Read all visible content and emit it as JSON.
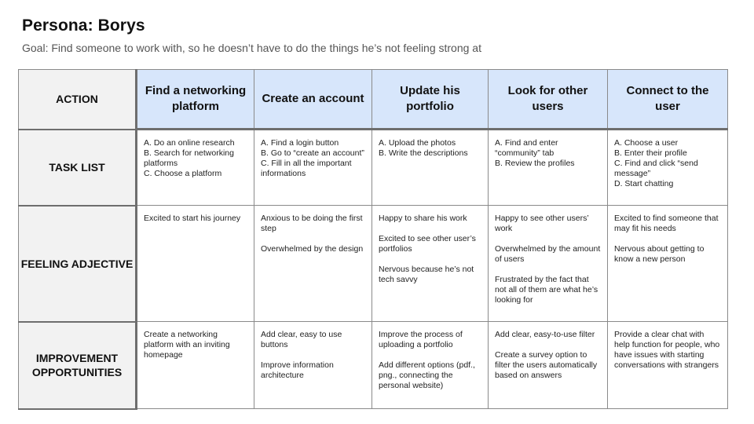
{
  "header": {
    "title": "Persona: Borys",
    "goal": "Goal: Find someone to work with, so he doesn’t have to do the things he’s not feeling strong at"
  },
  "table": {
    "corner_label": "ACTION",
    "columns": [
      "Find a networking platform",
      "Create an account",
      "Update his portfolio",
      "Look for other users",
      "Connect to the user"
    ],
    "rows": [
      {
        "label": "TASK LIST",
        "cells": [
          [
            "A. Do an online research\nB. Search for networking platforms\nC. Choose a platform"
          ],
          [
            "A. Find a login button\nB. Go to “create an account”\nC. Fill in all the important informations"
          ],
          [
            "A. Upload the photos\nB. Write the descriptions"
          ],
          [
            "A. Find and enter “community” tab\nB. Review the profiles"
          ],
          [
            "A. Choose a user\nB. Enter their profile\nC. Find and click “send message”\nD. Start chatting"
          ]
        ]
      },
      {
        "label": "FEELING ADJECTIVE",
        "cells": [
          [
            "Excited to start his journey"
          ],
          [
            "Anxious to be doing the first step",
            "Overwhelmed by the design"
          ],
          [
            "Happy to share his work",
            "Excited to see other user’s portfolios",
            "Nervous because he’s not tech savvy"
          ],
          [
            "Happy to see other users’ work",
            "Overwhelmed by the amount of users",
            "Frustrated by the fact that not all of them are what he’s looking for"
          ],
          [
            "Excited to find someone that may fit his needs",
            "Nervous about getting to know a new person"
          ]
        ]
      },
      {
        "label": "IMPROVEMENT OPPORTUNITIES",
        "cells": [
          [
            "Create a networking platform with an inviting homepage"
          ],
          [
            "Add clear, easy to use buttons",
            "Improve information architecture"
          ],
          [
            "Improve the process of uploading a portfolio",
            "Add different options (pdf., png., connecting the personal website)"
          ],
          [
            "Add clear, easy-to-use filter",
            "Create a survey option to filter the users automatically based on answers"
          ],
          [
            "Provide a clear chat with help function for people, who have issues with starting conversations with strangers"
          ]
        ]
      }
    ]
  },
  "colors": {
    "header_fill": "#d7e6fb",
    "row_label_fill": "#f2f2f2",
    "border": "#8a8a8a"
  }
}
